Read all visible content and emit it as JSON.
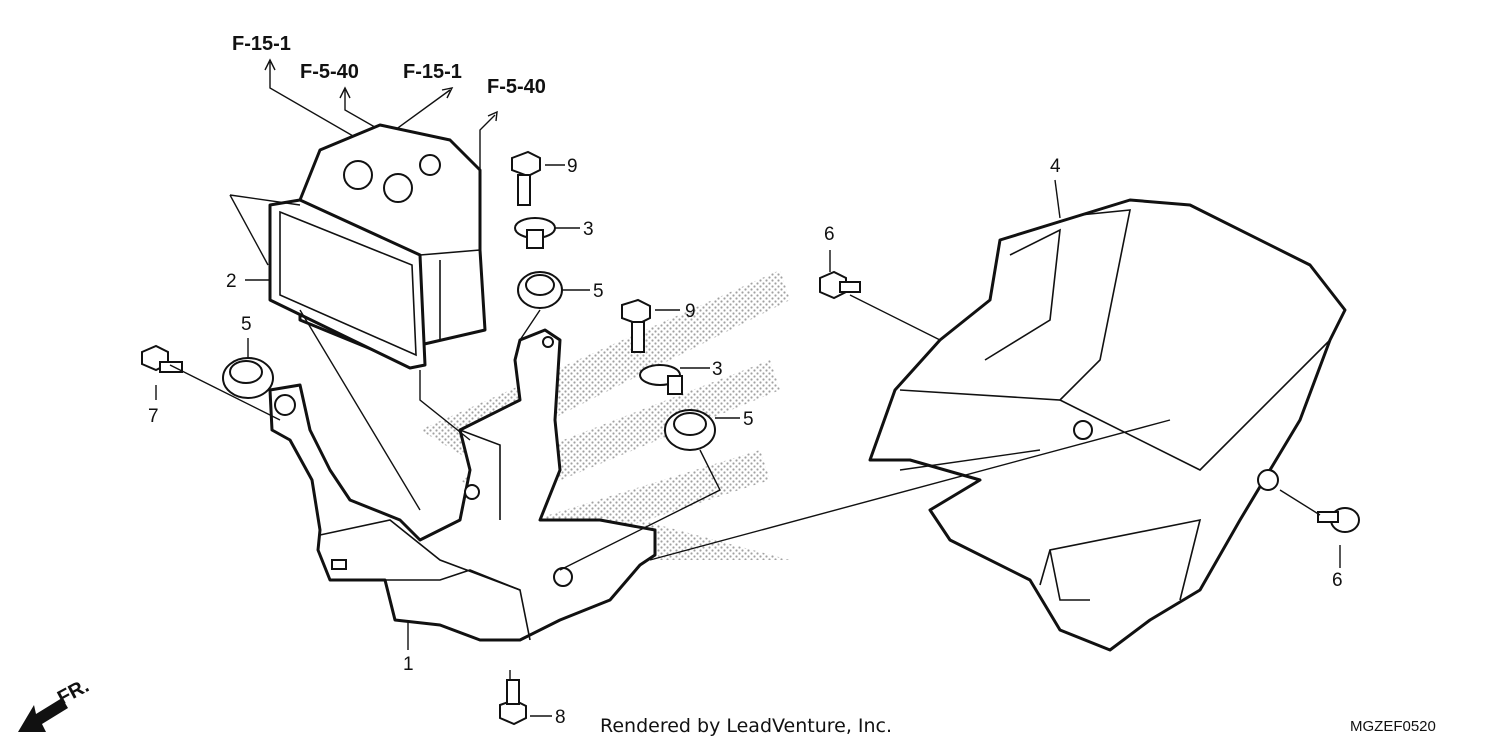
{
  "references": [
    "F-15-1",
    "F-5-40",
    "F-15-1",
    "F-5-40"
  ],
  "callouts": {
    "c1": "1",
    "c2": "2",
    "c3a": "3",
    "c3b": "3",
    "c4": "4",
    "c5a": "5",
    "c5b": "5",
    "c5c": "5",
    "c6a": "6",
    "c6b": "6",
    "c7": "7",
    "c8": "8",
    "c9a": "9",
    "c9b": "9"
  },
  "direction_label": "FR.",
  "footer": {
    "credit": "Rendered by LeadVenture, Inc.",
    "code": "MGZEF0520"
  }
}
